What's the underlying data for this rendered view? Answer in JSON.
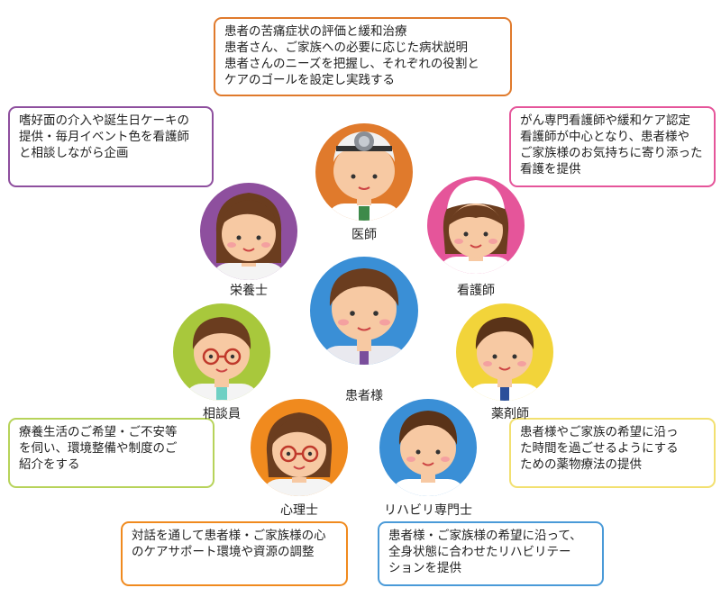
{
  "roles": {
    "doctor": "医師",
    "nurse": "看護師",
    "nutritionist": "栄養士",
    "patient": "患者様",
    "counselor": "相談員",
    "pharmacist": "薬剤師",
    "psychologist": "心理士",
    "rehab": "リハビリ専門士"
  },
  "descriptions": {
    "doctor": "患者の苦痛症状の評価と緩和治療\n患者さん、ご家族への必要に応じた病状説明\n患者さんのニーズを把握し、それぞれの役割と\nケアのゴールを設定し実践する",
    "nutritionist": "嗜好面の介入や誕生日ケーキの\n提供・毎月イベント色を看護師\nと相談しながら企画",
    "nurse": "がん専門看護師や緩和ケア認定\n看護師が中心となり、患者様や\nご家族様のお気持ちに寄り添った看護を提供",
    "counselor": "療養生活のご希望・ご不安等\nを伺い、環境整備や制度のご\n紹介をする",
    "pharmacist": "患者様やご家族の希望に沿っ\nた時間を過ごせるようにする\nための薬物療法の提供",
    "psychologist": "対話を通して患者様・ご家族様の心\nのケアサポート環境や資源の調整",
    "rehab": "患者様・ご家族様の希望に沿って、\n全身状態に合わせたリハビリテー\nションを提供"
  },
  "colors": {
    "doctor": "#e07a2c",
    "nurse": "#e5559a",
    "nutritionist": "#8e4f9e",
    "patient": "#3a8fd6",
    "counselor": "#a8c83c",
    "pharmacist": "#f2d43a",
    "psychologist": "#f08a1e",
    "rehab": "#3a8fd6"
  },
  "icons": {
    "doctor": "doctor-avatar-icon",
    "nurse": "nurse-avatar-icon",
    "nutritionist": "nutritionist-avatar-icon",
    "patient": "patient-avatar-icon",
    "counselor": "counselor-avatar-icon",
    "pharmacist": "pharmacist-avatar-icon",
    "psychologist": "psychologist-avatar-icon",
    "rehab": "rehab-avatar-icon"
  }
}
